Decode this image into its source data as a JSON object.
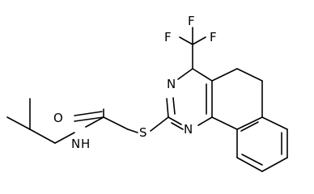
{
  "molecule": {
    "atoms": {
      "F_top": "F",
      "F_left": "F",
      "F_right": "F",
      "N_ring_upper": "N",
      "N_ring_lower": "N",
      "S": "S",
      "O": "O",
      "N_amide": "N",
      "H_amide": "H"
    }
  },
  "colors": {
    "bond": "#000000",
    "text": "#000000",
    "background": "#ffffff"
  }
}
